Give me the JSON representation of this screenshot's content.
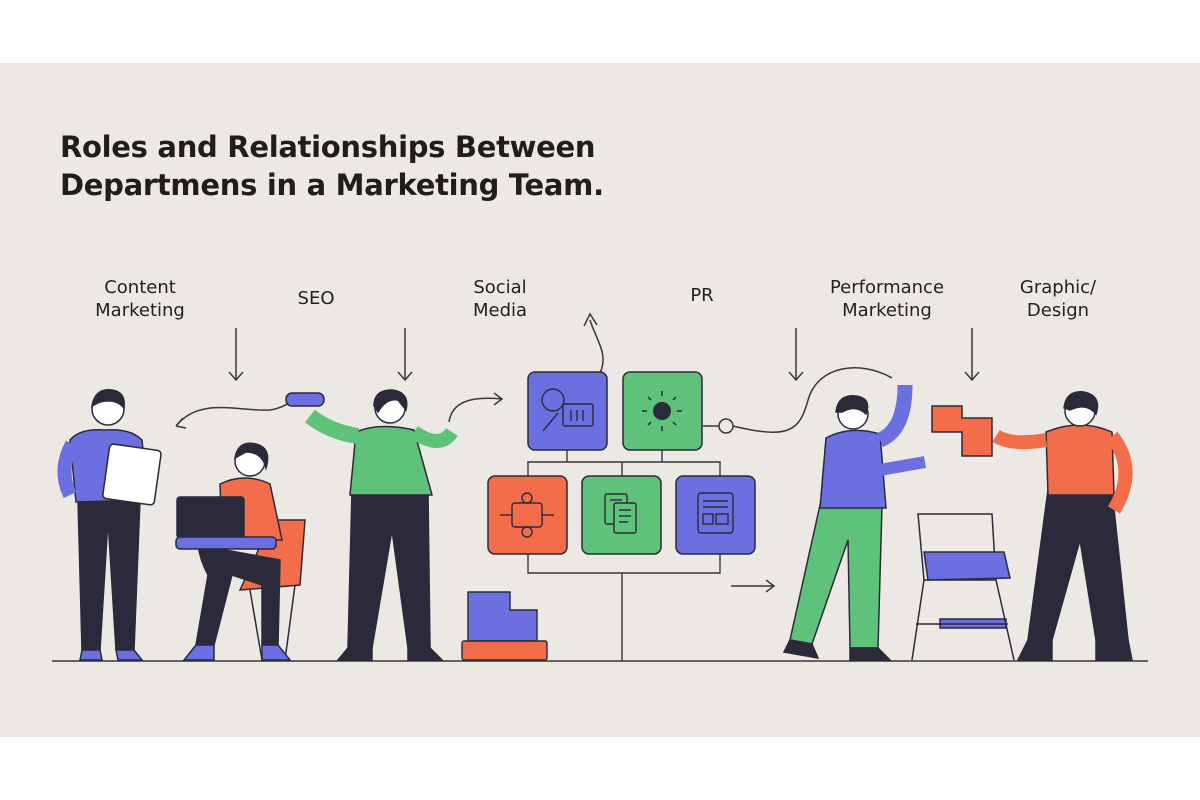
{
  "title": {
    "line1": "Roles and Relationships Between",
    "line2": "Departmens in a Marketing Team."
  },
  "departments": [
    {
      "line1": "Content",
      "line2": "Marketing"
    },
    {
      "line1": "SEO",
      "line2": ""
    },
    {
      "line1": "Social",
      "line2": "Media"
    },
    {
      "line1": "PR",
      "line2": ""
    },
    {
      "line1": "Performance",
      "line2": "Marketing"
    },
    {
      "line1": "Graphic/",
      "line2": "Design"
    }
  ],
  "colors": {
    "background": "#ece9e4",
    "blue": "#6b6fe0",
    "green": "#5ec27a",
    "orange": "#f46d4b",
    "ink": "#2b2a3a"
  },
  "icons": [
    "image-chart-icon",
    "sun-icon",
    "flow-node-icon",
    "document-icon",
    "layout-icon"
  ]
}
